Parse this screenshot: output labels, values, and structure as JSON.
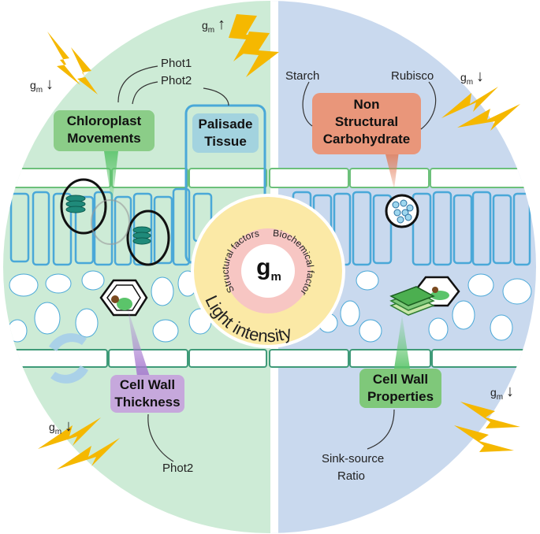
{
  "labels": {
    "phot1": "Phot1",
    "phot2_top": "Phot2",
    "starch": "Starch",
    "rubisco": "Rubisco",
    "phot2_bottom": "Phot2",
    "sink_source_1": "Sink-source",
    "sink_source_2": "Ratio"
  },
  "boxes": {
    "chloroplast": [
      "Chloroplast",
      "Movements"
    ],
    "palisade": [
      "Palisade",
      "Tissue"
    ],
    "nsc": [
      "Non",
      "Structural",
      "Carbohydrate"
    ],
    "cell_wall_thickness": [
      "Cell Wall",
      "Thickness"
    ],
    "cell_wall_properties": [
      "Cell Wall",
      "Properties"
    ]
  },
  "center": {
    "symbol": "g",
    "subscript": "m",
    "structural": "Structural factors",
    "biochemical": "Biochemical factors",
    "light": "Light intensity"
  },
  "gm_indicators": [
    {
      "g": "g",
      "sub": "m",
      "direction": "up"
    },
    {
      "g": "g",
      "sub": "m",
      "direction": "down"
    },
    {
      "g": "g",
      "sub": "m",
      "direction": "down"
    },
    {
      "g": "g",
      "sub": "m",
      "direction": "down"
    },
    {
      "g": "g",
      "sub": "m",
      "direction": "down"
    }
  ],
  "colors": {
    "left_bg": "#cdebd6",
    "right_bg": "#c9d9ee",
    "cell_stroke": "#4aa8d8",
    "epidermis_stroke": "#3f9a78",
    "lightning": "#f5b800",
    "nsc_box": "#e9967a",
    "green_box": "#7fc87a",
    "purple_box": "#c6a8dc",
    "palisade_box": "#9fd0e0",
    "sun_outer": "#fbe9a6",
    "sun_inner": "#f7c6c3"
  },
  "icons": [
    "lightning-bolt-icon",
    "chloroplast-icon",
    "rotate-arrows-icon"
  ]
}
